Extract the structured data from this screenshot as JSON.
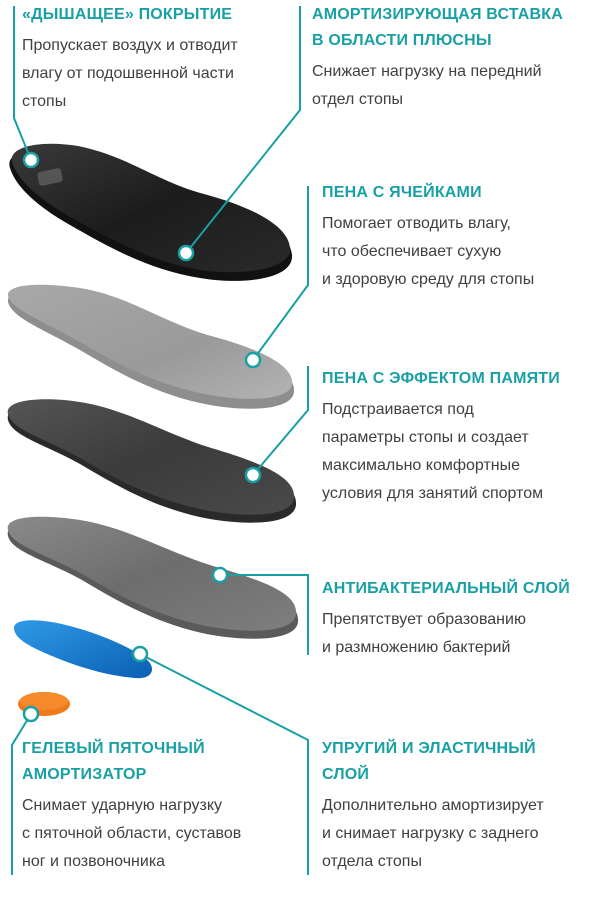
{
  "colors": {
    "accent": "#19a0a4",
    "text": "#404040"
  },
  "layers": [
    {
      "id": "breathable",
      "title": "«ДЫШАЩЕЕ» ПОКРЫТИЕ",
      "desc": "Пропускает воздух и отводит\nвлагу от подошвенной части\nстопы"
    },
    {
      "id": "metatarsal",
      "title": "АМОРТИЗИРУЮЩАЯ ВСТАВКА\nВ ОБЛАСТИ ПЛЮСНЫ",
      "desc": "Снижает нагрузку на передний\nотдел стопы"
    },
    {
      "id": "cell-foam",
      "title": "ПЕНА С ЯЧЕЙКАМИ",
      "desc": "Помогает отводить влагу,\nчто обеспечивает сухую\nи здоровую среду для стопы"
    },
    {
      "id": "memory-foam",
      "title": "ПЕНА С ЭФФЕКТОМ ПАМЯТИ",
      "desc": "Подстраивается под\nпараметры стопы и создает\nмаксимально комфортные\nусловия для занятий спортом"
    },
    {
      "id": "antibacterial",
      "title": "АНТИБАКТЕРИАЛЬНЫЙ СЛОЙ",
      "desc": "Препятствует образованию\nи размножению бактерий"
    },
    {
      "id": "gel-heel",
      "title": "ГЕЛЕВЫЙ ПЯТОЧНЫЙ\nАМОРТИЗАТОР",
      "desc": "Снимает ударную нагрузку\nс пяточной области, суставов\nног и позвоночника"
    },
    {
      "id": "elastic",
      "title": "УПРУГИЙ И ЭЛАСТИЧНЫЙ\nСЛОЙ",
      "desc": "Дополнительно амортизирует\nи снимает нагрузку с заднего\nотдела стопы"
    }
  ]
}
